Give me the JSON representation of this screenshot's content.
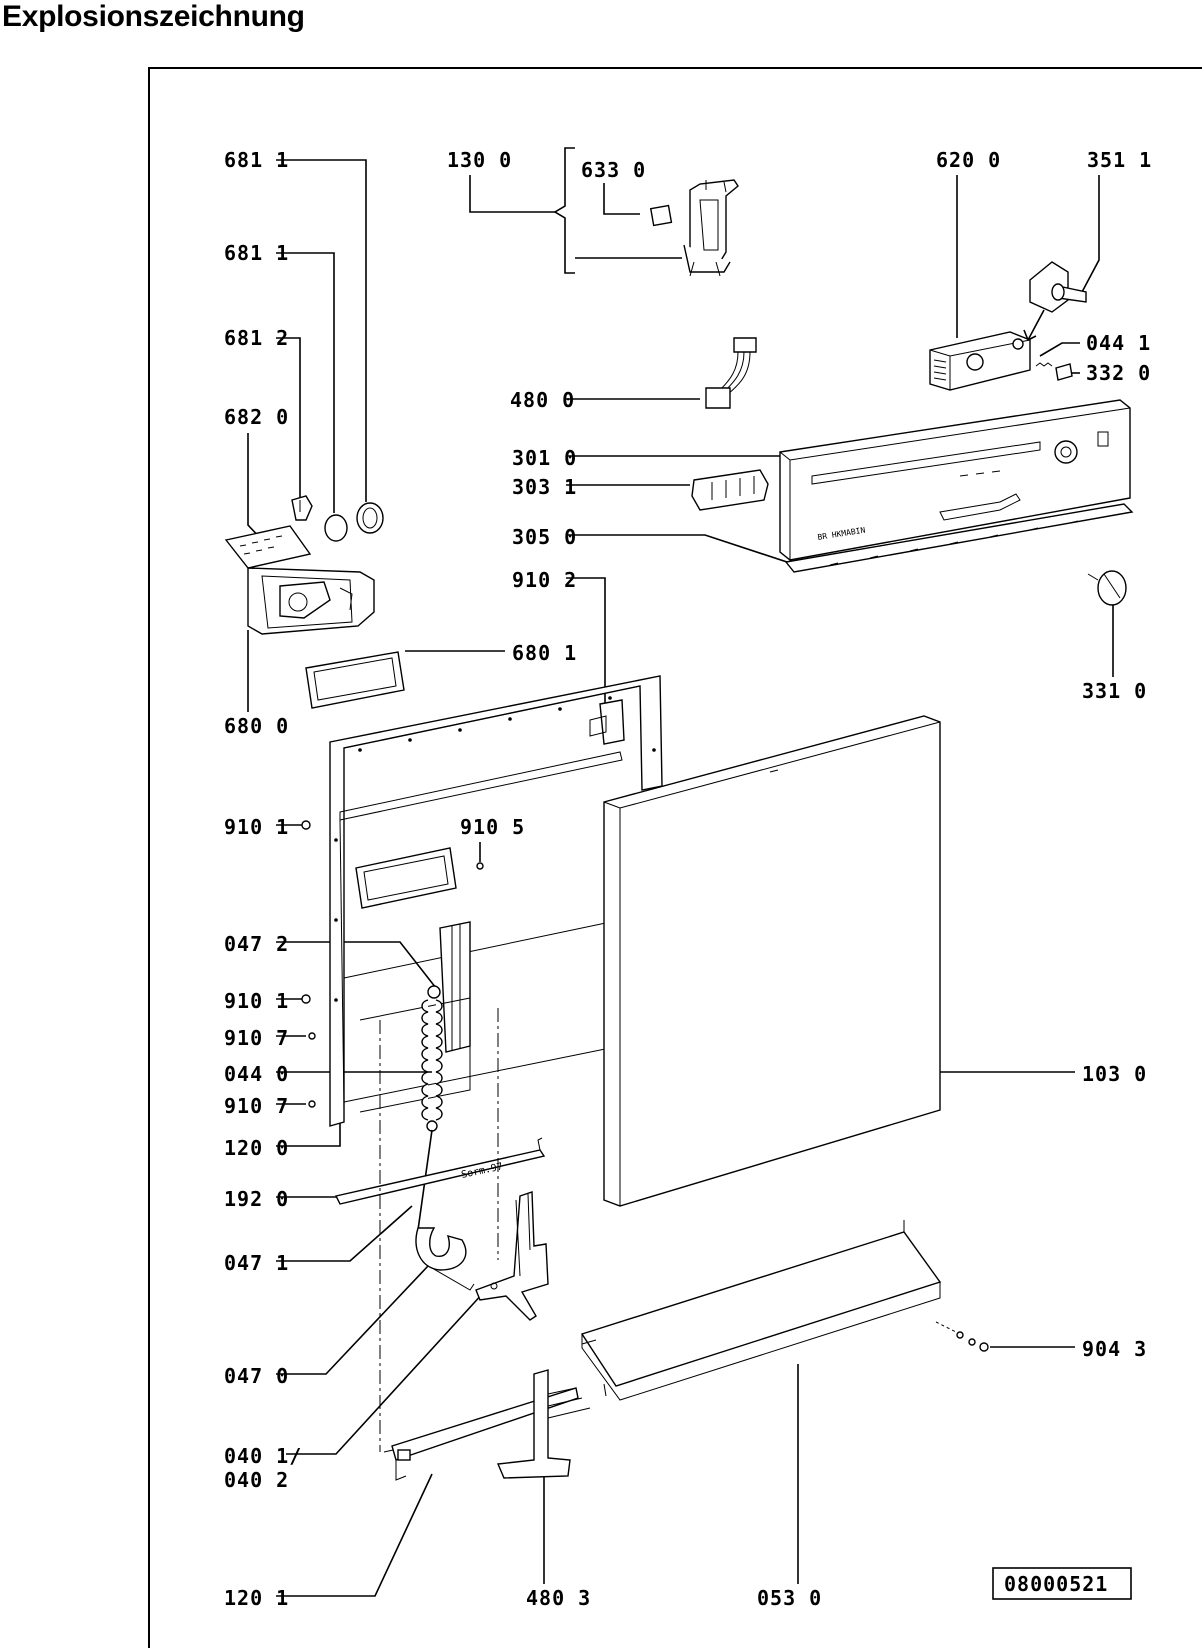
{
  "title": "Explosionszeichnung",
  "drawing_number": "08000521",
  "panel_brand": "BR HKMABIN",
  "stamp": "Sorm.97",
  "callouts": [
    {
      "id": "c-681-1a",
      "text": "681 1"
    },
    {
      "id": "c-130-0",
      "text": "130 0"
    },
    {
      "id": "c-633-0",
      "text": "633 0"
    },
    {
      "id": "c-620-0",
      "text": "620 0"
    },
    {
      "id": "c-351-1",
      "text": "351 1"
    },
    {
      "id": "c-681-1b",
      "text": "681 1"
    },
    {
      "id": "c-681-2",
      "text": "681 2"
    },
    {
      "id": "c-044-1",
      "text": "044 1"
    },
    {
      "id": "c-332-0",
      "text": "332 0"
    },
    {
      "id": "c-480-0",
      "text": "480 0"
    },
    {
      "id": "c-682-0",
      "text": "682 0"
    },
    {
      "id": "c-301-0",
      "text": "301 0"
    },
    {
      "id": "c-303-1",
      "text": "303 1"
    },
    {
      "id": "c-305-0",
      "text": "305 0"
    },
    {
      "id": "c-910-2",
      "text": "910 2"
    },
    {
      "id": "c-680-1",
      "text": "680 1"
    },
    {
      "id": "c-331-0",
      "text": "331 0"
    },
    {
      "id": "c-680-0",
      "text": "680 0"
    },
    {
      "id": "c-910-1a",
      "text": "910 1"
    },
    {
      "id": "c-910-5",
      "text": "910 5"
    },
    {
      "id": "c-047-2",
      "text": "047 2"
    },
    {
      "id": "c-910-1b",
      "text": "910 1"
    },
    {
      "id": "c-910-7a",
      "text": "910 7"
    },
    {
      "id": "c-044-0",
      "text": "044 0"
    },
    {
      "id": "c-103-0",
      "text": "103 0"
    },
    {
      "id": "c-910-7b",
      "text": "910 7"
    },
    {
      "id": "c-120-0",
      "text": "120 0"
    },
    {
      "id": "c-192-0",
      "text": "192 0"
    },
    {
      "id": "c-047-1",
      "text": "047 1"
    },
    {
      "id": "c-047-0",
      "text": "047 0"
    },
    {
      "id": "c-904-3",
      "text": "904 3"
    },
    {
      "id": "c-040-1",
      "text": "040 1/"
    },
    {
      "id": "c-040-2",
      "text": "040 2"
    },
    {
      "id": "c-120-1",
      "text": "120 1"
    },
    {
      "id": "c-480-3",
      "text": "480 3"
    },
    {
      "id": "c-053-0",
      "text": "053 0"
    }
  ]
}
